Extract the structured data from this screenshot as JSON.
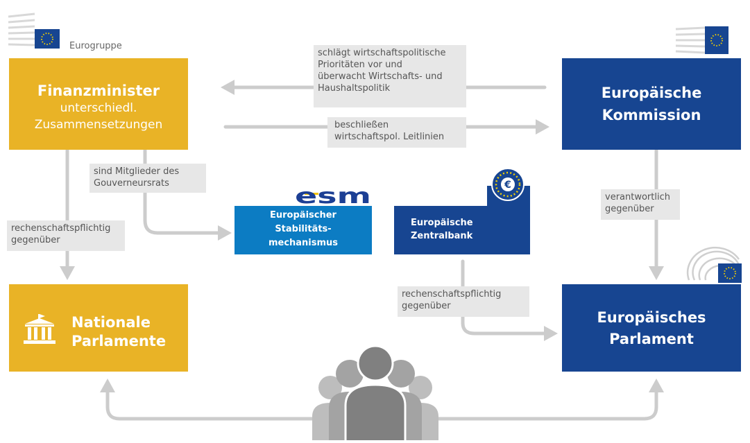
{
  "eurogroup": {
    "label": "Eurogruppe"
  },
  "finanzminister": {
    "title": "Finanzminister",
    "line1": "unterschiedl.",
    "line2": "Zusammensetzungen"
  },
  "kommission": {
    "line1": "Europäische",
    "line2": "Kommission"
  },
  "nationale": {
    "line1": "Nationale",
    "line2": "Parlamente"
  },
  "parlament": {
    "line1": "Europäisches",
    "line2": "Parlament"
  },
  "esm": {
    "logo": "esm",
    "line1": "Europäischer",
    "line2": "Stabilitäts-",
    "line3": "mechanismus"
  },
  "ezb": {
    "line1": "Europäische",
    "line2": "Zentralbank"
  },
  "notes": {
    "prioritaeten": [
      "schlägt wirtschaftspolitische",
      "Prioritäten vor und",
      "überwacht Wirtschafts- und",
      "Haushaltspolitik"
    ],
    "leitlinien": [
      "beschließen",
      "wirtschaftspol. Leitlinien"
    ],
    "mitglieder": [
      "sind Mitglieder des",
      "Gouverneursrats"
    ],
    "rechenschaft_left": [
      "rechenschaftspflichtig",
      "gegenüber"
    ],
    "verantwortlich": [
      "verantwortlich",
      "gegenüber"
    ],
    "rechenschaft_ezb": [
      "rechenschaftspflichtig",
      "gegenüber"
    ]
  },
  "colors": {
    "gold": "#e9b326",
    "navy": "#174591",
    "esm_blue": "#0c7cc3",
    "arrow_gray": "#cccccc",
    "people_gray": "#808080"
  }
}
